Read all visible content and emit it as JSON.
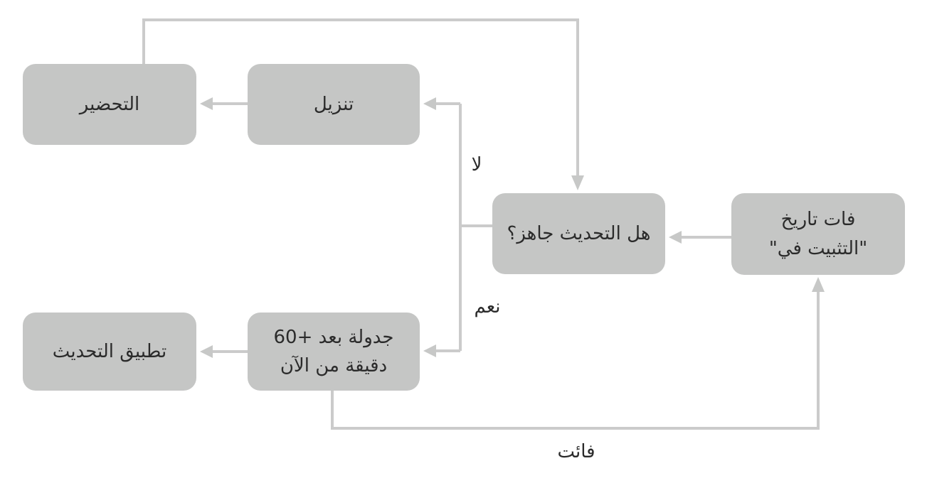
{
  "diagram": {
    "title": "update-scheduling-flowchart",
    "nodes": {
      "prepare": {
        "label": "التحضير"
      },
      "download": {
        "label": "تنزيل"
      },
      "update_ready": {
        "label": "هل التحديث جاهز؟"
      },
      "date_passed": {
        "label": "فات تاريخ\n\"التثبيت في\""
      },
      "apply_update": {
        "label": "تطبيق التحديث"
      },
      "schedule": {
        "label": "جدولة بعد +60\nدقيقة من الآن"
      }
    },
    "edge_labels": {
      "no": "لا",
      "yes": "نعم",
      "missed": "فائت"
    },
    "edges": [
      {
        "from": "prepare",
        "to": "update_ready",
        "label": ""
      },
      {
        "from": "download",
        "to": "prepare",
        "label": ""
      },
      {
        "from": "update_ready",
        "to": "download",
        "label": "لا"
      },
      {
        "from": "update_ready",
        "to": "schedule",
        "label": "نعم"
      },
      {
        "from": "date_passed",
        "to": "update_ready",
        "label": ""
      },
      {
        "from": "schedule",
        "to": "apply_update",
        "label": ""
      },
      {
        "from": "schedule",
        "to": "date_passed",
        "label": "فائت"
      }
    ]
  },
  "colors": {
    "node_fill": "#c5c6c5",
    "connector": "#cbcbcb",
    "arrowhead": "#c7c8c7",
    "text": "#2b2b2b",
    "background": "#ffffff"
  }
}
